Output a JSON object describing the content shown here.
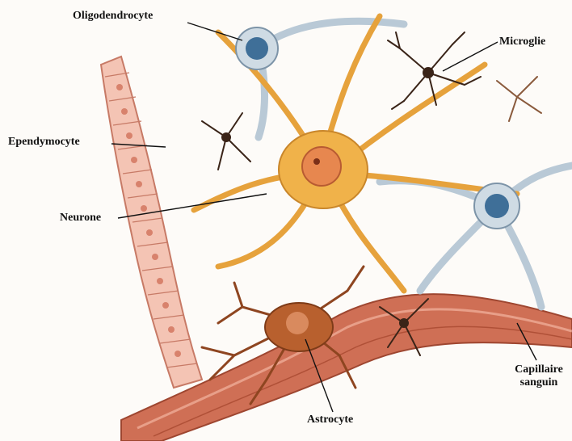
{
  "labels": {
    "oligodendrocyte": "Oligodendrocyte",
    "microglie": "Microglie",
    "ependymocyte": "Ependymocyte",
    "neurone": "Neurone",
    "astrocyte": "Astrocyte",
    "capillaire_line1": "Capillaire",
    "capillaire_line2": "sanguin"
  },
  "colors": {
    "neuron": "#f0b24a",
    "neuron_outline": "#c9862a",
    "nucleus": "#d9734a",
    "oligodendrocyte": "#b9c9d6",
    "oligodendrocyte_nucleus": "#3f6f98",
    "microglia": "#3a2418",
    "astrocyte": "#b8602e",
    "capillary": "#cf6f55",
    "ependymal": "#e8a08e",
    "leader_line": "#111111"
  }
}
